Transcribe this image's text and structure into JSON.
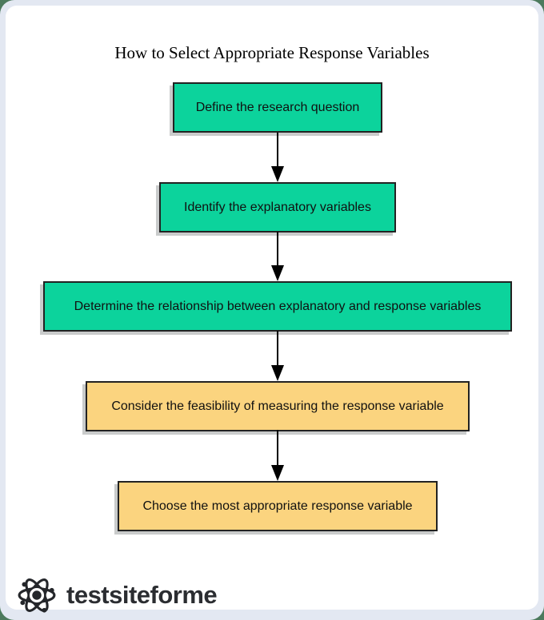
{
  "page": {
    "title": "How to Select Appropriate Response Variables",
    "colors": {
      "green": "#0cd39c",
      "yellow": "#fbd47f",
      "box_border": "#222222",
      "frame": "#e3e8f2",
      "card": "#ffffff",
      "arrow": "#000000",
      "brand_text": "#2b2d31"
    }
  },
  "flowchart": {
    "steps": [
      {
        "label": "Define the research question",
        "fill": "green"
      },
      {
        "label": "Identify the explanatory variables",
        "fill": "green"
      },
      {
        "label": "Determine the relationship between explanatory and response variables",
        "fill": "green"
      },
      {
        "label": "Consider the feasibility of measuring the response variable",
        "fill": "yellow"
      },
      {
        "label": "Choose the most appropriate response variable",
        "fill": "yellow"
      }
    ]
  },
  "footer": {
    "brand": "testsiteforme",
    "logo_icon": "atom-icon"
  }
}
